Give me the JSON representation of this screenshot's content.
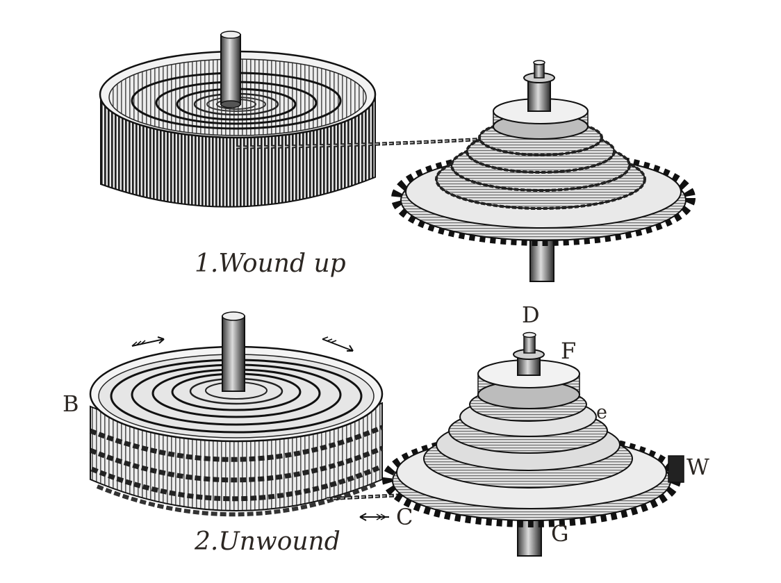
{
  "captions": {
    "wound": "1.Wound up",
    "unwound": "2.Unwound"
  },
  "letters": {
    "B": "B",
    "C": "C",
    "D": "D",
    "F": "F",
    "e": "e",
    "W": "W",
    "G": "G"
  },
  "colors": {
    "ink": "#1a1a1a",
    "paper": "#ffffff",
    "metal_light": "#d9d9d9",
    "metal_mid": "#9a9a9a",
    "metal_dark": "#3a3a3a",
    "label": "#2b2622"
  }
}
